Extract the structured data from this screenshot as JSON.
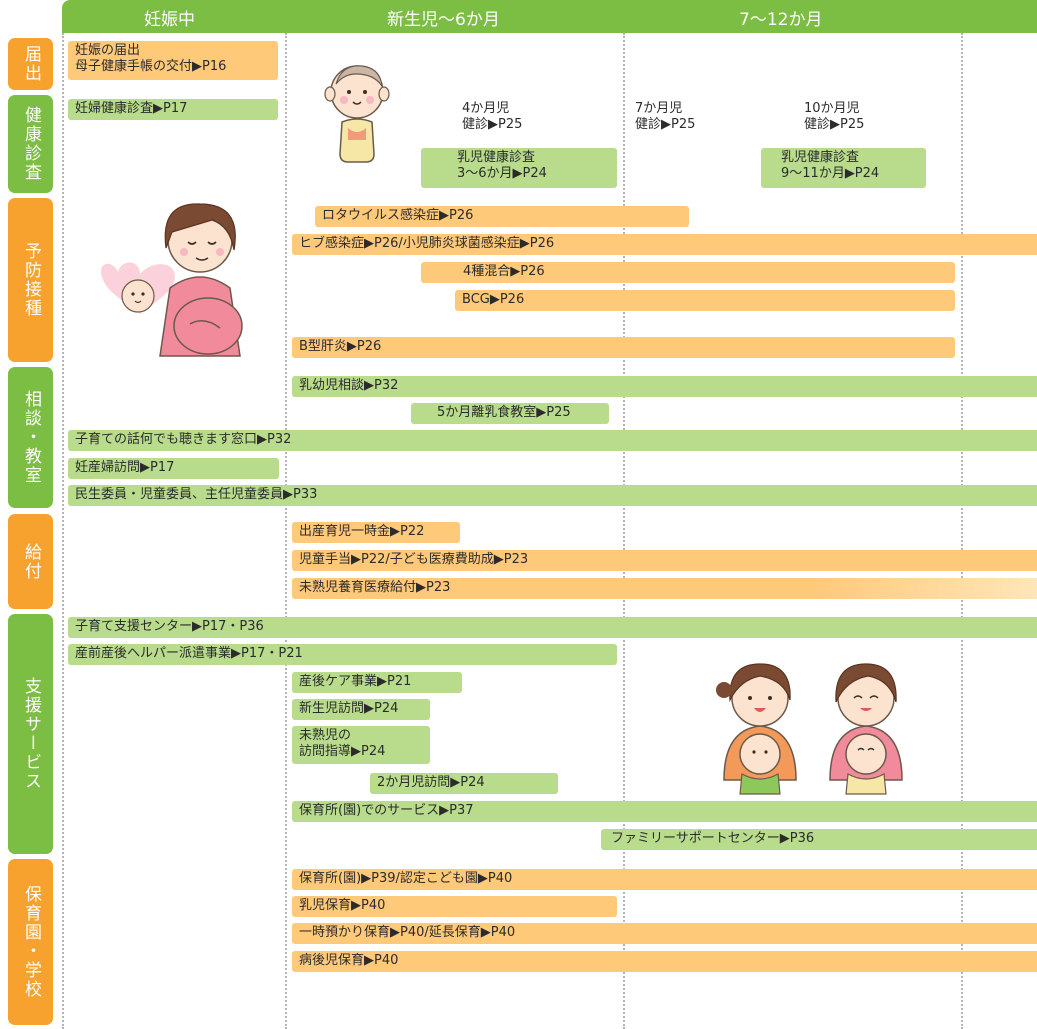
{
  "header": {
    "periods": [
      "妊娠中",
      "新生児〜6か月",
      "7〜12か月"
    ]
  },
  "colors": {
    "green_header": "#7cbd43",
    "green_bar": "#b8dc8c",
    "orange_category": "#f7a12e",
    "orange_bar": "#ffc97a",
    "grid_line": "#b5b5b5"
  },
  "categories": [
    {
      "label": "届出",
      "color": "orange"
    },
    {
      "label": "健康診査",
      "color": "green"
    },
    {
      "label": "予防接種",
      "color": "orange"
    },
    {
      "label": "相談・教室",
      "color": "green"
    },
    {
      "label": "給付",
      "color": "orange"
    },
    {
      "label": "支援サービス",
      "color": "green"
    },
    {
      "label": "保育園・学校",
      "color": "orange"
    }
  ],
  "bars": [
    {
      "text": "妊娠の届出\n母子健康手帳の交付▶P16",
      "color": "orange"
    },
    {
      "text": "妊婦健康診査▶P17",
      "color": "green"
    },
    {
      "text": "4か月児\n健診▶P25",
      "color": "none"
    },
    {
      "text": "7か月児\n健診▶P25",
      "color": "none"
    },
    {
      "text": "10か月児\n健診▶P25",
      "color": "none"
    },
    {
      "text": "乳児健康診査\n3〜6か月▶P24",
      "color": "green"
    },
    {
      "text": "乳児健康診査\n9〜11か月▶P24",
      "color": "green"
    },
    {
      "text": "ロタウイルス感染症▶P26",
      "color": "orange"
    },
    {
      "text": "ヒブ感染症▶P26/小児肺炎球菌感染症▶P26",
      "color": "orange"
    },
    {
      "text": "4種混合▶P26",
      "color": "orange"
    },
    {
      "text": "BCG▶P26",
      "color": "orange"
    },
    {
      "text": "B型肝炎▶P26",
      "color": "orange"
    },
    {
      "text": "乳幼児相談▶P32",
      "color": "green"
    },
    {
      "text": "5か月離乳食教室▶P25",
      "color": "green"
    },
    {
      "text": "子育ての話何でも聴きます窓口▶P32",
      "color": "green"
    },
    {
      "text": "妊産婦訪問▶P17",
      "color": "green"
    },
    {
      "text": "民生委員・児童委員、主任児童委員▶P33",
      "color": "green"
    },
    {
      "text": "出産育児一時金▶P22",
      "color": "orange"
    },
    {
      "text": "児童手当▶P22/子ども医療費助成▶P23",
      "color": "orange"
    },
    {
      "text": "未熟児養育医療給付▶P23",
      "color": "orange"
    },
    {
      "text": "子育て支援センター▶P17・P36",
      "color": "green"
    },
    {
      "text": "産前産後ヘルパー派遣事業▶P17・P21",
      "color": "green"
    },
    {
      "text": "産後ケア事業▶P21",
      "color": "green"
    },
    {
      "text": "新生児訪問▶P24",
      "color": "green"
    },
    {
      "text": "未熟児の\n訪問指導▶P24",
      "color": "green"
    },
    {
      "text": "2か月児訪問▶P24",
      "color": "green"
    },
    {
      "text": "保育所(園)でのサービス▶P37",
      "color": "green"
    },
    {
      "text": "ファミリーサポートセンター▶P36",
      "color": "green"
    },
    {
      "text": "保育所(園)▶P39/認定こども園▶P40",
      "color": "orange"
    },
    {
      "text": "乳児保育▶P40",
      "color": "orange"
    },
    {
      "text": "一時預かり保育▶P40/延長保育▶P40",
      "color": "orange"
    },
    {
      "text": "病後児保育▶P40",
      "color": "orange"
    }
  ]
}
